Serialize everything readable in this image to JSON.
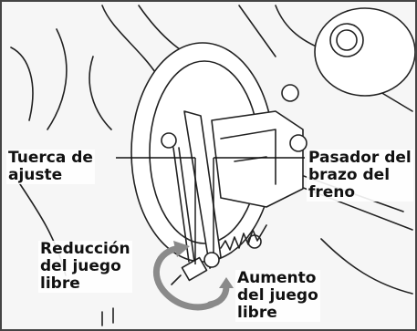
{
  "labels": {
    "adjusting_nut": [
      "Tuerca de",
      "ajuste"
    ],
    "brake_arm_pin": [
      "Pasador del",
      "brazo del",
      "freno"
    ],
    "reduce_free_play": [
      "Reducción",
      "del juego",
      "libre"
    ],
    "increase_free_play": [
      "Aumento",
      "del juego",
      "libre"
    ]
  },
  "colors": {
    "frame_border": "#444444",
    "background": "#f6f6f6",
    "line_art": "#222222",
    "arrow_shading": "#8a8a8a",
    "label_text": "#111111"
  },
  "icons": [
    "curved-arrow-reduce-icon",
    "curved-arrow-increase-icon"
  ]
}
